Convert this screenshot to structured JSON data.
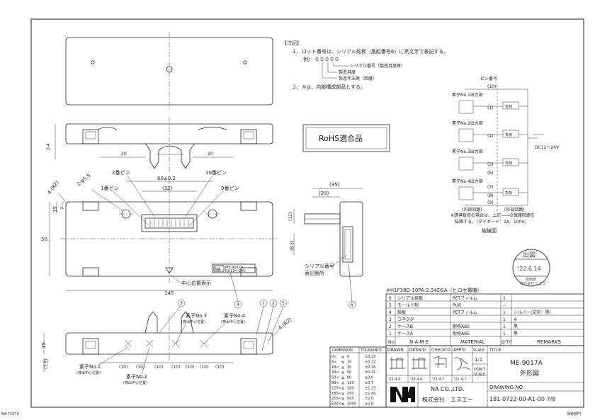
{
  "notes": {
    "heading": "【注記】",
    "line1": "１．ロット番号は、シリアル銘板（風船番号6）に黒文字で表記する。",
    "example_label": "例）",
    "example_code": "０００００",
    "legend_serial": "シリアル番号（製造月度毎）",
    "legend_month": "製造月度",
    "legend_year": "製造年末尾（西暦）",
    "line2": "２．⑤は、内部構成部品とする。"
  },
  "rohs": "RoHS適合品",
  "connector_note": "※H1F38D-10PA-2.54DSA（ヒロセ電機）",
  "top_view": {
    "dim_2_4": "2-4",
    "dim_20_left": "20",
    "dim_20_right": "20"
  },
  "front_view": {
    "pin2": "2番ピン",
    "pin10": "10番ピン",
    "pin1": "1番ピン",
    "pin9": "9番ピン",
    "dim_60": "60±0.2",
    "dim_32": "(32)",
    "hole": "2-φ5.5",
    "r2_left": "4-(R2)",
    "dim_15": "15",
    "dim_7": "7",
    "dim_50": "50",
    "dim_145": "145",
    "center_mark": "中心位置表示",
    "label_line1": "ME-9017A",
    "label_line2": "DC12〜24V",
    "label_logo": "NA"
  },
  "side_view": {
    "dim_35": "(35)",
    "dim_20": "(20)",
    "dim_12": "(12)",
    "dim_8_5": "(8.5)",
    "serial_label": "シリアル番号",
    "serial_label2": "表記箇所"
  },
  "bottom_view": {
    "elem3": "素子No.3",
    "elem3_sub": "(検出中心位置)",
    "elem4": "素子No.4",
    "elem4_sub": "(検出中心位置)",
    "elem1": "素子No.1",
    "elem1_sub": "(検出中心位置)",
    "elem2": "素子No.2",
    "elem2_sub": "(検出中心位置)",
    "dims": [
      "(10)",
      "(10)",
      "(10)",
      "(10)",
      "(10)",
      "(10)",
      "(10)"
    ],
    "dim_15": "15",
    "dim_7_5": "(7.5)",
    "r2": "4-(R2)",
    "balloons": [
      "3",
      "4",
      "1",
      "2",
      "5"
    ]
  },
  "circuit": {
    "title_pin": "ピン番号",
    "pin10": "(10)",
    "outputs": [
      {
        "label": "素子No.1出力部",
        "pin": "(1)"
      },
      {
        "label": "素子No.2出力部",
        "pin": "(4)"
      },
      {
        "label": "素子No.3出力部",
        "pin": "(5)"
      },
      {
        "label": "素子No.4出力部",
        "pin": "(7)"
      }
    ],
    "pin6": "(6)",
    "pin8": "(8)",
    "pin9": "(9)",
    "load": "負荷",
    "dc": "DC12〜24V",
    "internal": "(内部回路)",
    "external": "(外部回路)",
    "warn1": "※誘導負荷の場合は、上記――の保護回路を",
    "warn2": "　結線する。（ダイオード：1A、100V）",
    "diagram_title": "結線図"
  },
  "parts": {
    "rows": [
      {
        "no": "6",
        "name": "シリアル銘板",
        "material": "PETフィルム",
        "qty": "1",
        "remarks": ""
      },
      {
        "no": "5",
        "name": "モールド剤",
        "material": "PUR",
        "qty": "--",
        "remarks": ""
      },
      {
        "no": "4",
        "name": "銘板",
        "material": "PETフィルム",
        "qty": "1",
        "remarks": "シルバー(文字：黒)"
      },
      {
        "no": "3",
        "name": "コネクタ",
        "material": "",
        "qty": "1",
        "remarks": "※"
      },
      {
        "no": "2",
        "name": "ケースB",
        "material": "耐熱ABS",
        "qty": "1",
        "remarks": "黒"
      },
      {
        "no": "1",
        "name": "ケースA",
        "material": "耐熱ABS",
        "qty": "1",
        "remarks": "黒"
      }
    ],
    "hdr_no": "No.",
    "hdr_name": "N A M E",
    "hdr_material": "MATERIAL",
    "hdr_qty": "Q'TY",
    "hdr_remarks": "REMARKS"
  },
  "title_block": {
    "drawn": "DRAWN",
    "desnd": "DESN'D",
    "checkd": "CHECK'D",
    "appd": "APP'D",
    "scale": "SCALE",
    "title": "TITLE",
    "scale_val": "1:1",
    "dont_scale1": "DON'T",
    "dont_scale2": "SCALE",
    "dates": [
      "'22.4.6",
      "'22.4.6",
      "'22.4.7",
      "'22.4.7"
    ],
    "title_val1": "ME-9017A",
    "title_val2": "外形図",
    "company1": "NA CO.,LTD.",
    "company2": "株式会社　エヌエー",
    "drawing_no_label": "DRAWING NO.",
    "drawing_no": "181-0722-00-A1-00 7/8"
  },
  "tolerance": {
    "hdr_dim": "DIMENSION",
    "hdr_tol": "TOLERANCE",
    "rows": [
      [
        "0<",
        "≦",
        "6",
        "±0.15"
      ],
      [
        "6<",
        "≦",
        "18",
        "±0.22"
      ],
      [
        "18<",
        "≦",
        "30",
        "±0.26"
      ],
      [
        "30<",
        "≦",
        "50",
        "±0.31"
      ],
      [
        "50<",
        "≦",
        "80",
        "±0.6"
      ],
      [
        "80<",
        "≦",
        "120",
        "±0.7"
      ],
      [
        "120<",
        "≦",
        "180",
        "±1.25"
      ],
      [
        "180<",
        "≦",
        "250",
        "±1.45"
      ],
      [
        "250<",
        "≦",
        "500",
        "±2.0"
      ],
      [
        "500<",
        "≦",
        "1000",
        "±2.8"
      ]
    ]
  },
  "stamp": {
    "top": "出図",
    "date": "'22.6.14",
    "dept": "技術部",
    "company": "株式会社 エヌエー"
  },
  "footer_left": "NA-7107A",
  "footer_right": "保管部門"
}
